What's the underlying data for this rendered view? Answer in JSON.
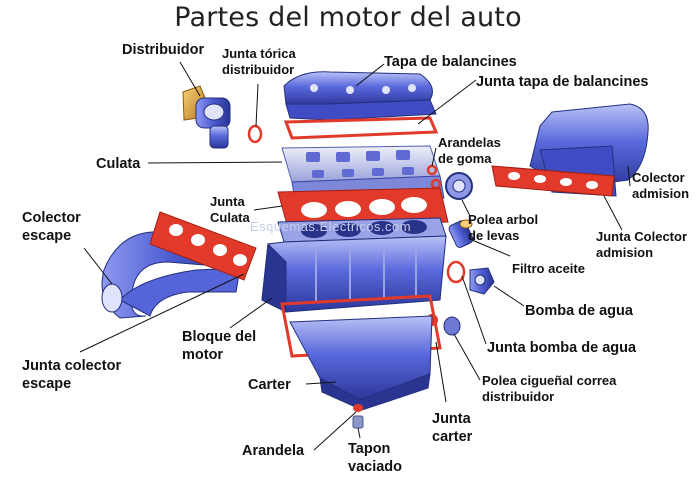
{
  "title": "Partes del motor del auto",
  "watermark": "Esquemas.Electricos.com",
  "labels": {
    "distribuidor": "Distribuidor",
    "junta_torica_distribuidor": "Junta tórica\ndistribuidor",
    "tapa_balancines": "Tapa de balancines",
    "junta_tapa_balancines": "Junta tapa de balancines",
    "arandelas_goma": "Arandelas\nde goma",
    "culata": "Culata",
    "colector_admision": "Colector\nadmision",
    "junta_culata": "Junta\nCulata",
    "polea_arbol_levas": "Polea arbol\nde levas",
    "colector_escape": "Colector\nescape",
    "junta_colector_admision": "Junta Colector\nadmision",
    "filtro_aceite": "Filtro aceite",
    "bomba_agua": "Bomba de agua",
    "bloque_motor": "Bloque del\nmotor",
    "junta_bomba_agua": "Junta bomba de agua",
    "junta_colector_escape": "Junta colector\nescape",
    "carter": "Carter",
    "polea_ciguenal": "Polea cigueñal correa\ndistribuidor",
    "junta_carter": "Junta\ncarter",
    "arandela": "Arandela",
    "tapon_vaciado": "Tapon\nvaciado"
  },
  "colors": {
    "part_blue": "#4f5fd6",
    "part_dark": "#2c379a",
    "part_light": "#aab4f2",
    "gasket_red": "#e23a2a",
    "distributor_gold": "#e0a22a",
    "leader": "#111111"
  }
}
